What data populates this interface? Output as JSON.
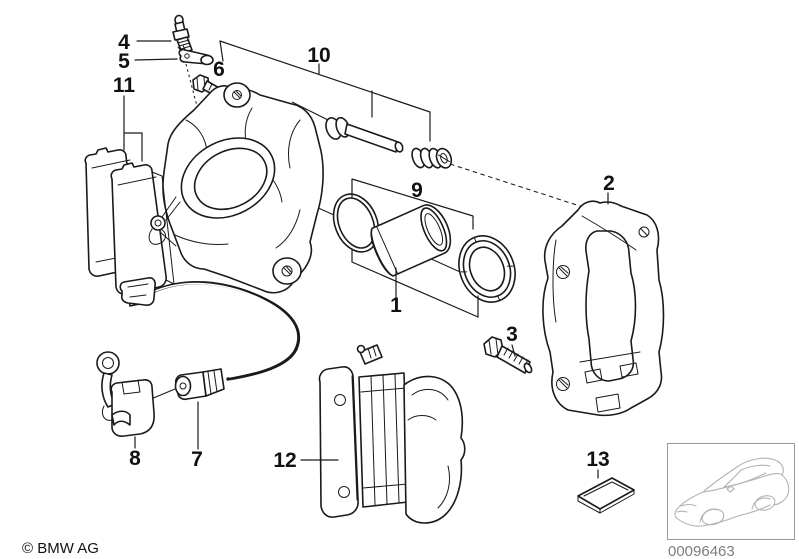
{
  "diagram": {
    "type": "exploded-parts-drawing",
    "subject": "front brake caliper assembly with brake pads and wear sensor"
  },
  "labels": {
    "p1": "1",
    "p2": "2",
    "p3": "3",
    "p4": "4",
    "p5": "5",
    "p6": "6",
    "p7": "7",
    "p8": "8",
    "p9": "9",
    "p10": "10",
    "p11": "11",
    "p12": "12",
    "p13": "13"
  },
  "footer": {
    "copyright": "© BMW AG",
    "document_number": "00096463"
  },
  "icons": {
    "vehicle_thumbnail": "bmw-sedan-outline"
  },
  "colors": {
    "line": "#1a1a1a",
    "document_number_text": "#7d7d7d",
    "car_outline": "#b3b3b3",
    "thumbnail_border": "#999999",
    "background": "#ffffff"
  }
}
